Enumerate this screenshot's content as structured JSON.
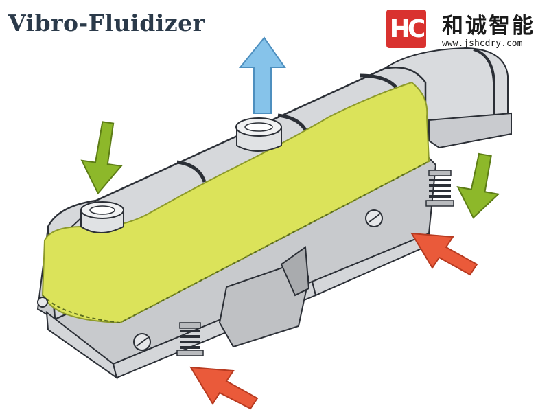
{
  "title": "Vibro-Fluidizer",
  "brand": {
    "logo_text": "HC",
    "name": "和诚智能",
    "url": "www.jshcdry.com"
  },
  "colors": {
    "green_arrow": "#8db82a",
    "blue_arrow": "#86c3ea",
    "red_arrow": "#ea5a3a",
    "product_bed": "#dbe35a",
    "machine_body": "#d7d9dc",
    "outline": "#2b2f36"
  }
}
